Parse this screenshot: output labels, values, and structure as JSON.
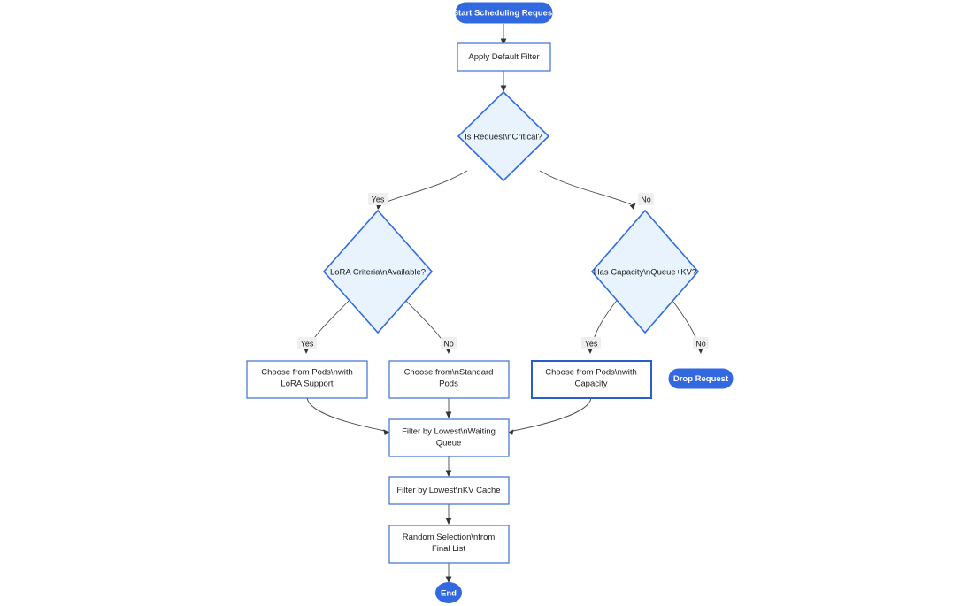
{
  "diagram": {
    "type": "flowchart",
    "title": "",
    "background": "#ffffff",
    "colors": {
      "accent": "#3268e0",
      "decision_fill": "#e8f3fe",
      "decision_stroke": "#2f6ce5",
      "process_stroke": "#3b6fd4",
      "process_fill": "#ffffff",
      "edge": "#4a4a4a",
      "edge_label_bg": "#efefef",
      "text": "#1b1b1b",
      "text_on_accent": "#ffffff"
    },
    "nodes": {
      "start": {
        "label": "Start Scheduling Request",
        "shape": "stadium"
      },
      "apply_default_filter": {
        "label": "Apply Default Filter",
        "shape": "rect"
      },
      "is_request_critical": {
        "label": "Is Request\\nCritical?",
        "shape": "diamond"
      },
      "lora_criteria_available": {
        "label": "LoRA Criteria\\nAvailable?",
        "shape": "diamond"
      },
      "has_capacity": {
        "label": "Has Capacity\\nQueue+KV?",
        "shape": "diamond"
      },
      "choose_lora_pods_line1": {
        "label": "Choose from Pods\\nwith"
      },
      "choose_lora_pods_line2": {
        "label": "LoRA Support"
      },
      "choose_standard_pods_line1": {
        "label": "Choose from\\nStandard"
      },
      "choose_standard_pods_line2": {
        "label": "Pods"
      },
      "choose_capacity_pods_line1": {
        "label": "Choose from Pods\\nwith"
      },
      "choose_capacity_pods_line2": {
        "label": "Capacity"
      },
      "drop_request": {
        "label": "Drop Request",
        "shape": "stadium"
      },
      "filter_waiting_queue_line1": {
        "label": "Filter by Lowest\\nWaiting"
      },
      "filter_waiting_queue_line2": {
        "label": "Queue"
      },
      "filter_kv_cache": {
        "label": "Filter by Lowest\\nKV Cache",
        "shape": "rect"
      },
      "random_selection_line1": {
        "label": "Random Selection\\nfrom"
      },
      "random_selection_line2": {
        "label": "Final List"
      },
      "end": {
        "label": "End",
        "shape": "ellipse"
      }
    },
    "edge_labels": {
      "critical_yes": "Yes",
      "critical_no": "No",
      "lora_yes": "Yes",
      "lora_no": "No",
      "capacity_yes": "Yes",
      "capacity_no": "No"
    }
  }
}
